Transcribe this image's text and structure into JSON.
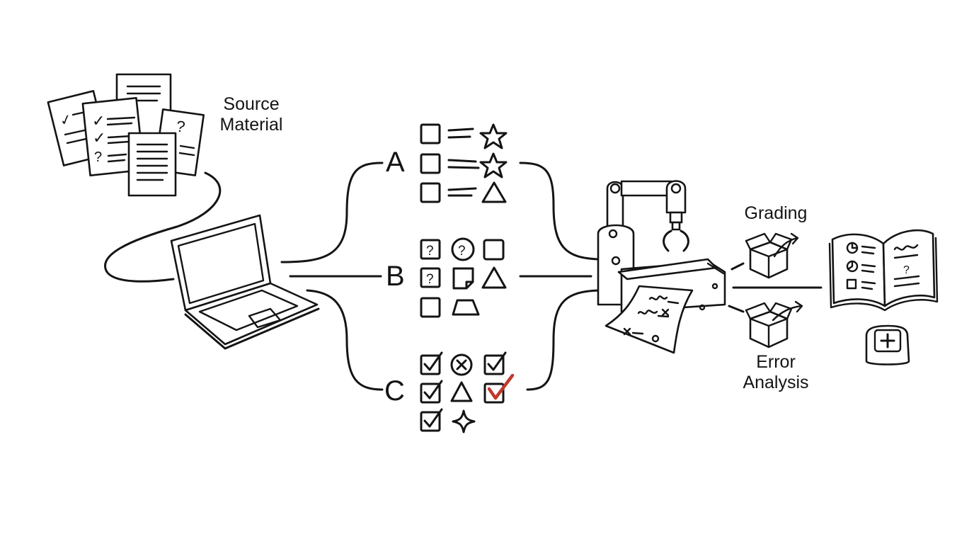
{
  "labels": {
    "source": [
      "Source",
      "Material"
    ],
    "grading": "Grading",
    "error": [
      "Error",
      "Analysis"
    ]
  },
  "branches": [
    "A",
    "B",
    "C"
  ],
  "colors": {
    "ink": "#141414",
    "accent_check": "#c0392b",
    "background": "#ffffff"
  },
  "icons": {
    "source_documents": "document-stack-icon",
    "laptop": "laptop-icon",
    "robot_printer": "robot-arm-printer-icon",
    "grading_box": "open-box-arrow-icon",
    "error_box": "open-box-arrow-icon",
    "report_book": "open-book-report-icon",
    "add_key": "plus-key-icon"
  },
  "option_sets": {
    "A": [
      [
        "checkbox-empty",
        "line",
        "star"
      ],
      [
        "checkbox-empty",
        "line",
        "star"
      ],
      [
        "checkbox-empty",
        "line",
        "triangle"
      ]
    ],
    "B": [
      [
        "question-box",
        "question-circle",
        "square"
      ],
      [
        "question-box",
        "note",
        "triangle"
      ],
      [
        "square",
        "trapezoid"
      ]
    ],
    "C": [
      [
        "checkbox-checked",
        "x-circle",
        "checkbox-checked"
      ],
      [
        "checkbox-checked",
        "triangle",
        "checkbox-checked-red"
      ],
      [
        "checkbox-checked",
        "sparkle"
      ]
    ]
  }
}
